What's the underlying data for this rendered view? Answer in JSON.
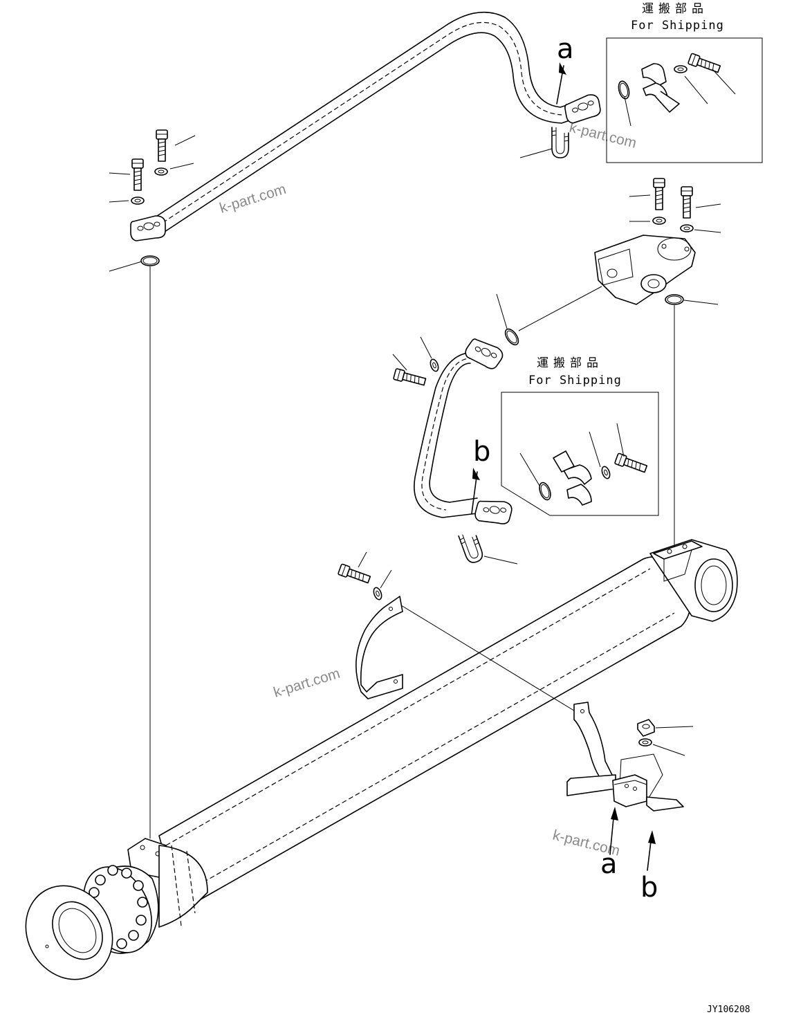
{
  "shipping_boxes": [
    {
      "jp": "運搬部品",
      "en": "For Shipping"
    },
    {
      "jp": "運搬部品",
      "en": "For Shipping"
    }
  ],
  "callout_letters": {
    "pipe_a_top": "a",
    "pipe_b_top": "b",
    "clamp_a_bottom": "a",
    "clamp_b_bottom": "b"
  },
  "watermarks": [
    "k-part.com",
    "k-part.com",
    "k-part.com",
    "k-part.com"
  ],
  "drawing_code": "JY106208",
  "icons": [
    "bolt-icon",
    "washer-icon",
    "o-ring-icon",
    "split-flange-icon",
    "u-bolt-icon",
    "nut-icon",
    "clamp-block-icon"
  ]
}
